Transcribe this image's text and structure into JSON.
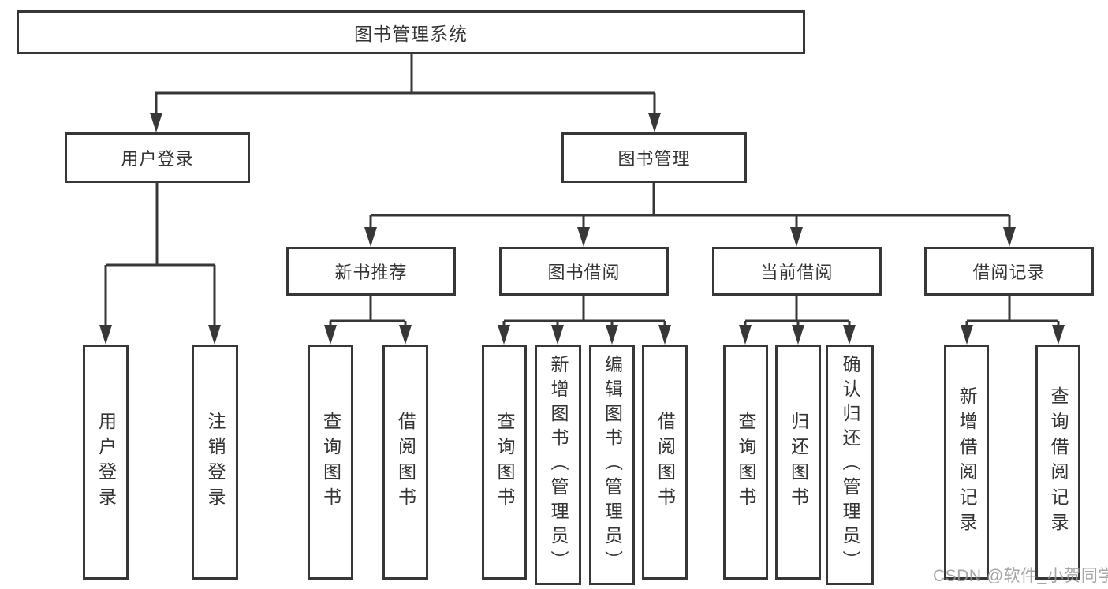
{
  "tree": {
    "label": "图书管理系统",
    "children": [
      {
        "label": "用户登录",
        "children": [
          {
            "label": "用户登录"
          },
          {
            "label": "注销登录"
          }
        ]
      },
      {
        "label": "图书管理",
        "children": [
          {
            "label": "新书推荐",
            "children": [
              {
                "label": "查询图书"
              },
              {
                "label": "借阅图书"
              }
            ]
          },
          {
            "label": "图书借阅",
            "children": [
              {
                "label": "查询图书"
              },
              {
                "label": "新增图书（管理员）"
              },
              {
                "label": "编辑图书（管理员）"
              },
              {
                "label": "借阅图书"
              }
            ]
          },
          {
            "label": "当前借阅",
            "children": [
              {
                "label": "查询图书"
              },
              {
                "label": "归还图书"
              },
              {
                "label": "确认归还（管理员）"
              }
            ]
          },
          {
            "label": "借阅记录",
            "children": [
              {
                "label": "新增借阅记录"
              },
              {
                "label": "查询借阅记录"
              }
            ]
          }
        ]
      }
    ]
  },
  "watermark": {
    "text": "CSDN @软件_小贺同学"
  },
  "colors": {
    "line": "#373737",
    "box_border": "#373737",
    "text": "#333333",
    "watermark": "#969696",
    "background": "#ffffff"
  }
}
